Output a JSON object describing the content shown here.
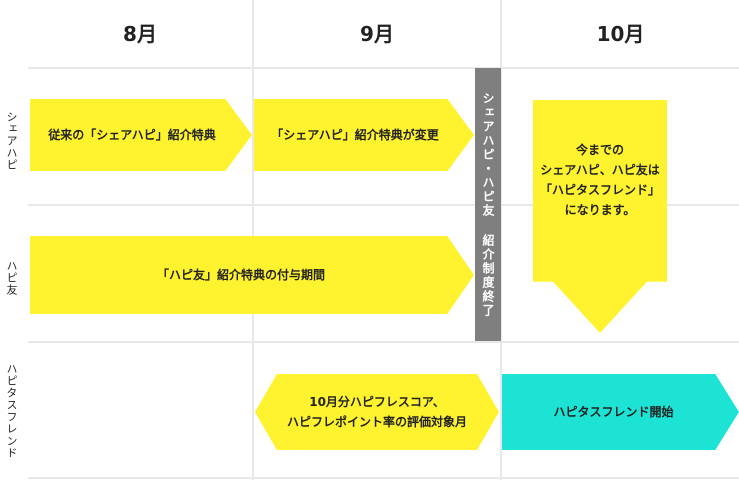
{
  "months": [
    "8月",
    "9月",
    "10月"
  ],
  "rows": [
    "シェアハピ",
    "ハピ友",
    "ハピタスフレンド"
  ],
  "shapes": {
    "share_old": "従来の「シェアハピ」紹介特典",
    "share_change": "「シェアハピ」紹介特典が変更",
    "hapitomo_period": "「ハピ友」紹介特典の付与期間",
    "end_notice": "シェアハピ・ハピ友 紹介制度終了",
    "october_note": [
      "今までの",
      "シェアハピ、ハピ友は",
      "「ハピタスフレンド」",
      "になります。"
    ],
    "score_target": [
      "10月分ハピフレスコア、",
      "ハピフレポイント率の評価対象月"
    ],
    "friend_start": "ハピタスフレンド開始"
  },
  "colors": {
    "yellow": "#fff22f",
    "cyan": "#1de3d4",
    "gray": "#7f7f7f"
  }
}
